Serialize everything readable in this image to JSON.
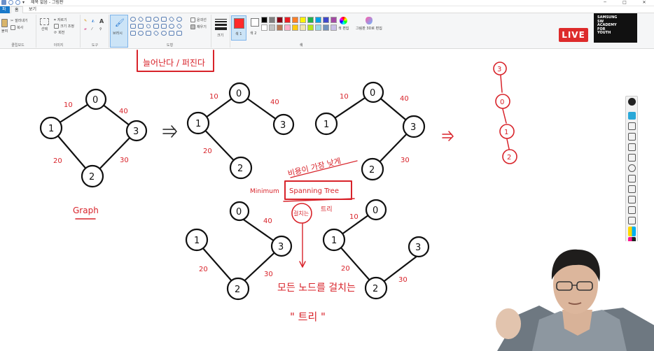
{
  "window": {
    "title": "제목 없음 - 그림판",
    "controls": {
      "minimize": "─",
      "maximize": "□",
      "close": "✕"
    }
  },
  "tabs": [
    {
      "label": "파"
    },
    {
      "label": "홈"
    },
    {
      "label": "보기"
    }
  ],
  "ribbon": {
    "clipboard": {
      "paste": "붙여",
      "cut": "잘라내기",
      "copy": "복사",
      "label": "클립보드"
    },
    "image": {
      "select": "선택",
      "crop": "자르기",
      "resize": "크기 조정",
      "rotate": "회전",
      "label": "이미지"
    },
    "tools": {
      "label": "도구"
    },
    "brushes": {
      "label": "브러시"
    },
    "shapes": {
      "outline": "윤곽선",
      "fill": "채우기",
      "label": "도형"
    },
    "size": {
      "label": "크기"
    },
    "colors": {
      "color1": "색 1",
      "color2": "색 2",
      "edit": "색 편집",
      "paint3d": "그림판 3D로 편집",
      "label": "색",
      "active": "#ff2a2a",
      "palette": [
        "#000000",
        "#7f7f7f",
        "#880015",
        "#ed1c24",
        "#ff7f27",
        "#fff200",
        "#22b14c",
        "#00a2e8",
        "#3f48cc",
        "#a349a4",
        "#ffffff",
        "#c3c3c3",
        "#b97a57",
        "#ffaec9",
        "#ffc90e",
        "#efe4b0",
        "#b5e61d",
        "#99d9ea",
        "#7092be",
        "#c8bfe7"
      ]
    }
  },
  "overlay": {
    "live": "LIVE",
    "brand": [
      "SAMSUNG",
      "SW",
      "ACADEMY",
      "FOR",
      "YOUTH"
    ]
  },
  "drawing": {
    "ink": "#d8232a",
    "top_note": "늘어난다 / 퍼진다",
    "graph_caption": "Graph",
    "title_annotation": "비용이 가장 낮게",
    "mst_prefix": "Minimum",
    "mst_boxed": "Spanning Tree",
    "subtitle_circle": "걸치는",
    "subtitle_rest": "트리",
    "bottom_line1": "모든 노드를 걸치는",
    "bottom_line2": "\" 트리 \"",
    "graph_main": {
      "nodes": [
        "0",
        "1",
        "3",
        "2"
      ],
      "weights": [
        "10",
        "40",
        "20",
        "30"
      ]
    },
    "tree_a": {
      "nodes": [
        "0",
        "1",
        "3",
        "2"
      ],
      "weights": [
        "10",
        "40",
        "20"
      ]
    },
    "tree_b": {
      "nodes": [
        "0",
        "1",
        "3",
        "2"
      ],
      "weights": [
        "10",
        "40",
        "30"
      ]
    },
    "tree_c": {
      "nodes": [
        "0",
        "1",
        "3",
        "2"
      ],
      "weights": [
        "40",
        "20",
        "30"
      ]
    },
    "tree_d": {
      "nodes": [
        "0",
        "1",
        "3",
        "2"
      ],
      "weights": [
        "10",
        "20",
        "30"
      ]
    },
    "chain": {
      "nodes": [
        "3",
        "0",
        "1",
        "2"
      ]
    }
  }
}
